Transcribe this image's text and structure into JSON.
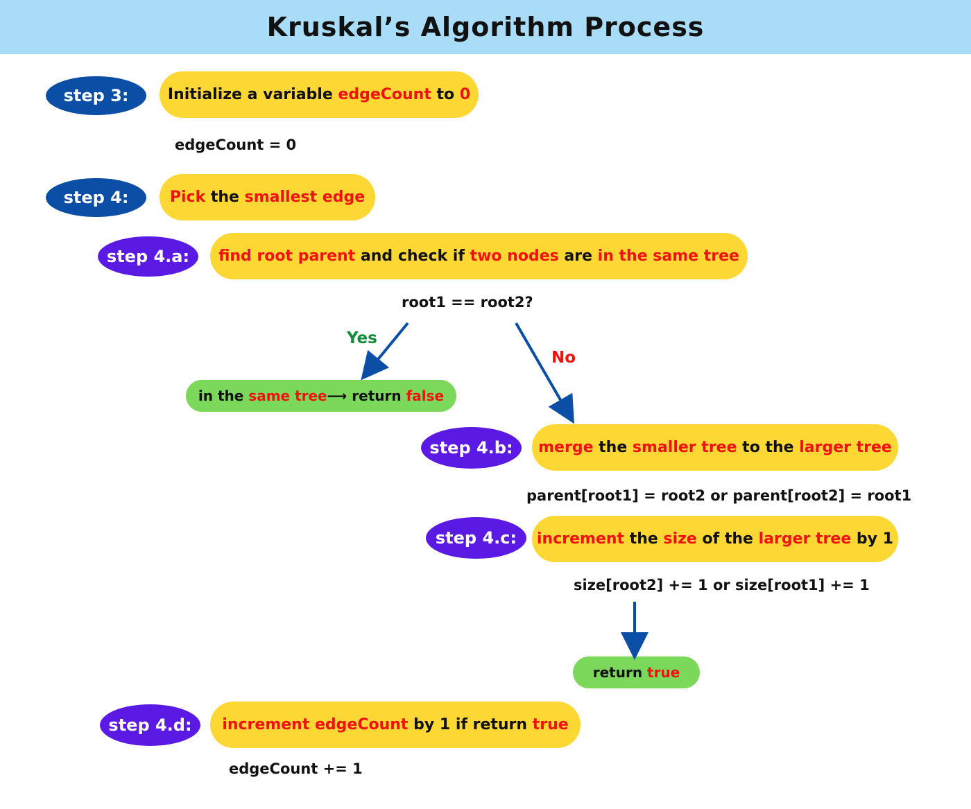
{
  "title": "Kruskal’s Algorithm Process",
  "step3": {
    "badge": "step 3:",
    "text": [
      {
        "t": "Initialize a variable ",
        "c": "black"
      },
      {
        "t": "edgeCount",
        "c": "red"
      },
      {
        "t": " to ",
        "c": "black"
      },
      {
        "t": "0",
        "c": "red"
      }
    ],
    "code": "edgeCount = 0"
  },
  "step4": {
    "badge": "step 4:",
    "text": [
      {
        "t": "Pick",
        "c": "red"
      },
      {
        "t": " the ",
        "c": "black"
      },
      {
        "t": "smallest edge",
        "c": "red"
      }
    ]
  },
  "step4a": {
    "badge": "step 4.a:",
    "text": [
      {
        "t": "find root parent",
        "c": "red"
      },
      {
        "t": " and check if ",
        "c": "black"
      },
      {
        "t": "two nodes",
        "c": "red"
      },
      {
        "t": " are ",
        "c": "black"
      },
      {
        "t": "in the same tree",
        "c": "red"
      }
    ],
    "code": "root1 == root2?"
  },
  "branch": {
    "yes_label": "Yes",
    "no_label": "No",
    "yes_result": [
      {
        "t": "in the ",
        "c": "black"
      },
      {
        "t": "same tree",
        "c": "red"
      },
      {
        "t": "⟶ return ",
        "c": "black"
      },
      {
        "t": "false",
        "c": "red"
      }
    ]
  },
  "step4b": {
    "badge": "step 4.b:",
    "text": [
      {
        "t": "merge",
        "c": "red"
      },
      {
        "t": " the ",
        "c": "black"
      },
      {
        "t": "smaller tree",
        "c": "red"
      },
      {
        "t": " to the ",
        "c": "black"
      },
      {
        "t": "larger tree",
        "c": "red"
      }
    ],
    "code": "parent[root1] = root2 or parent[root2] = root1"
  },
  "step4c": {
    "badge": "step 4.c:",
    "text": [
      {
        "t": "increment",
        "c": "red"
      },
      {
        "t": " the ",
        "c": "black"
      },
      {
        "t": "size",
        "c": "red"
      },
      {
        "t": " of the ",
        "c": "black"
      },
      {
        "t": "larger tree",
        "c": "red"
      },
      {
        "t": " by 1",
        "c": "black"
      }
    ],
    "code": "size[root2] += 1 or size[root1] += 1",
    "result": [
      {
        "t": "return ",
        "c": "black"
      },
      {
        "t": "true",
        "c": "red"
      }
    ]
  },
  "step4d": {
    "badge": "step 4.d:",
    "text": [
      {
        "t": "increment edgeCount",
        "c": "red"
      },
      {
        "t": " by 1 if return ",
        "c": "black"
      },
      {
        "t": "true",
        "c": "red"
      }
    ],
    "code": "edgeCount += 1"
  },
  "colors": {
    "header_bg": "#a8dcf7",
    "blue_badge": "#0a4ea6",
    "purple_badge": "#5b19e4",
    "yellow_pill": "#fdd835",
    "green_pill": "#7bd85a",
    "highlight_red": "#f01212",
    "yes_green": "#148a3c",
    "arrow_blue": "#0a4ea6"
  }
}
